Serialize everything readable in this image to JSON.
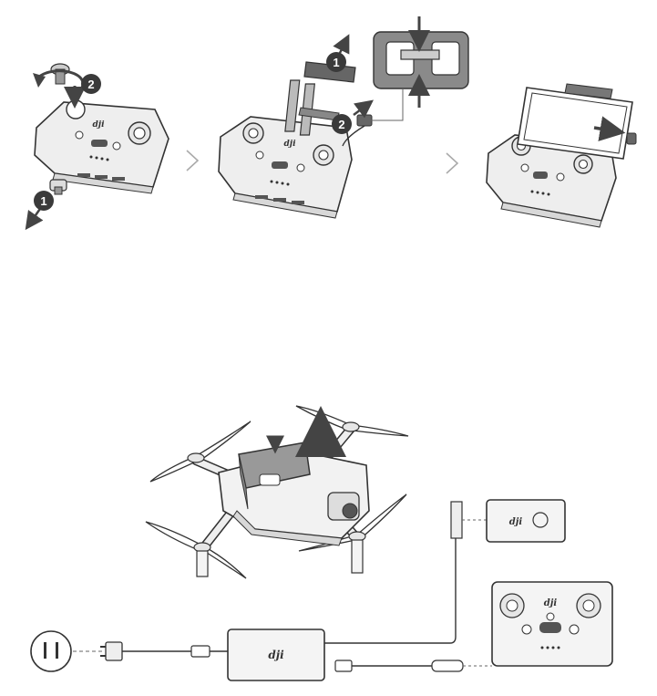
{
  "colors": {
    "outline": "#333333",
    "body_fill": "#eeeeee",
    "body_shade": "#d8d8d8",
    "dark_part": "#555555",
    "step_circle": "#3a3a3a",
    "arrow": "#444444",
    "chevron": "#aaaaaa"
  },
  "icons": {
    "rotate": "rotate-arrow-icon",
    "chevron": "chevron-right-icon",
    "up_arrow": "arrow-up-icon",
    "down_arrow": "arrow-down-icon",
    "right_arrow": "arrow-right-icon"
  },
  "top_panel": {
    "step1": {
      "markers": [
        "2",
        "1"
      ]
    },
    "step2": {
      "markers": [
        "1",
        "2"
      ]
    },
    "step3": {
      "markers": []
    }
  },
  "bottom_panel": {
    "logo_text": "dji"
  }
}
